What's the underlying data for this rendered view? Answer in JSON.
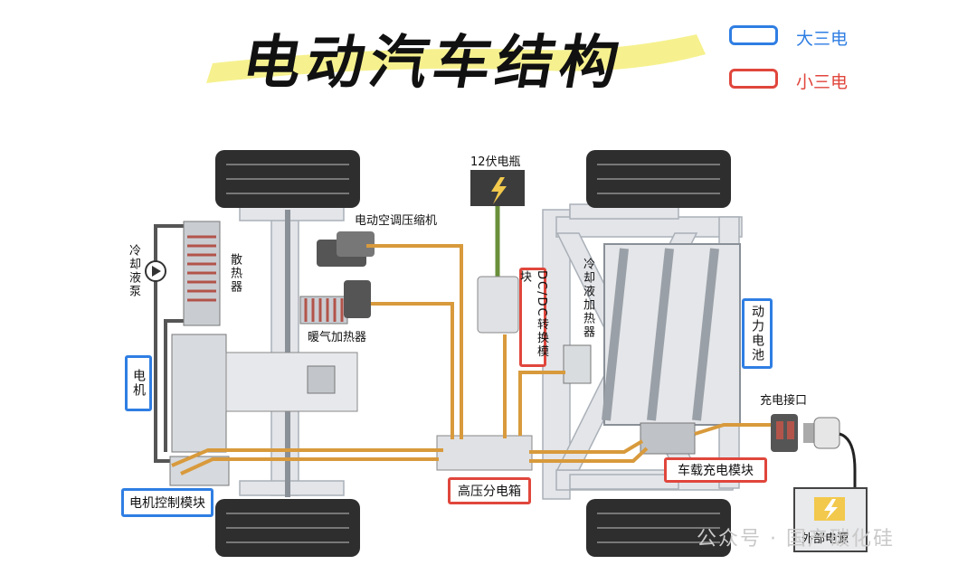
{
  "title": "电动汽车结构",
  "legend": [
    {
      "label": "大三电",
      "color": "#2f7ee3"
    },
    {
      "label": "小三电",
      "color": "#e0463c"
    }
  ],
  "labels": {
    "battery12v": "12伏电瓶",
    "ac_compressor": "电动空调压缩机",
    "coolant_pump": "冷却液泵",
    "radiator": "散热器",
    "heater": "暖气加热器",
    "coolant_heater": "冷却液加热器",
    "charge_port": "充电接口"
  },
  "blue_tags": {
    "motor": "电机",
    "power_battery": "动力电池",
    "motor_controller": "电机控制模块"
  },
  "red_tags": {
    "dcdc": "DC/DC转换模块",
    "hv_box": "高压分电箱",
    "obc": "车载充电模块"
  },
  "external_power": "外部电源",
  "watermark": "公众号 · 国产碳化硅",
  "colors": {
    "hv_cable": "#d89a3c",
    "lv_cable": "#6a8f3a",
    "frame": "#e2e4e8",
    "tire": "#2e2e2e"
  }
}
